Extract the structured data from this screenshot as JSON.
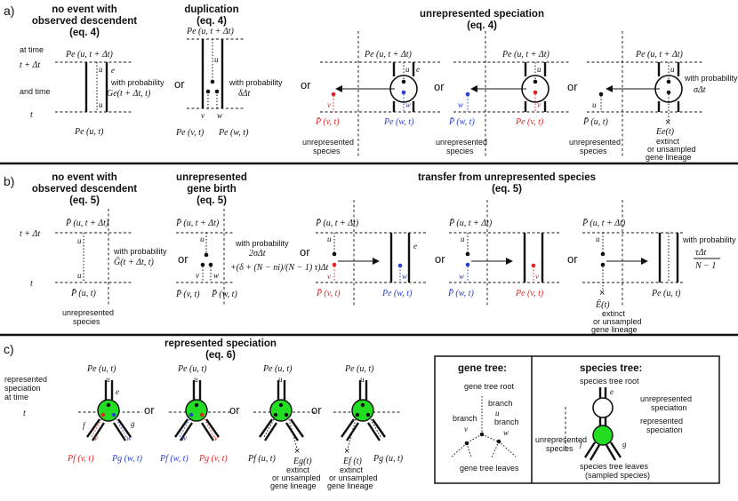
{
  "panel_a": {
    "letter": "a)",
    "col1": {
      "title1": "no event with",
      "title2": "observed descendent",
      "title3": "(eq. 4)",
      "at_time": "at time",
      "and_time": "and time",
      "t_plus": "t + Δt",
      "t": "t",
      "top_label": "Pe (u, t + Δt)",
      "prob1": "with probability",
      "prob2": "Ge(t + Δt, t)",
      "e": "e",
      "u1": "u",
      "u2": "u",
      "bottom_label": "Pe (u, t)"
    },
    "col2": {
      "title1": "duplication",
      "title2": "(eq. 4)",
      "or": "or",
      "top_label": "Pe (u, t + Δt)",
      "u": "u",
      "v": "v",
      "w": "w",
      "prob1": "with probability",
      "prob2": "δΔt",
      "bottom_v": "Pe (v, t)",
      "bottom_w": "Pe (w, t)"
    },
    "col3": {
      "title1": "unrepresented speciation",
      "title2": "(eq. 4)",
      "or1": "or",
      "or2": "or",
      "or3": "or",
      "top1": "Pe (u, t + Δt)",
      "top2": "Pe (u, t + Δt)",
      "top3": "Pe (u, t + Δt)",
      "u1": "u",
      "u2": "u",
      "u3": "u",
      "e1": "e",
      "v1": "v",
      "w1": "w",
      "w2": "w",
      "v2": "v",
      "u4": "u",
      "prob1": "with probability",
      "prob2": "σΔt",
      "lbl_v": "P̄ (v, t)",
      "lbl_w": "Pe (w, t)",
      "unrep1a": "unrepresented",
      "unrep1b": "species",
      "lbl_w2": "P̄ (w, t)",
      "lbl_v2": "Pe (v, t)",
      "unrep2a": "unrepresented",
      "unrep2b": "species",
      "lbl_u": "P̄ (u, t)",
      "lbl_E": "Ee(t)",
      "unrep3a": "unrepresented",
      "unrep3b": "species",
      "ext1": "extinct",
      "ext2": "or unsampled",
      "ext3": "gene lineage"
    }
  },
  "panel_b": {
    "letter": "b)",
    "col1": {
      "title1": "no event with",
      "title2": "observed descendent",
      "title3": "(eq. 5)",
      "t_plus": "t + Δt",
      "t": "t",
      "top_label": "P̄ (u, t + Δt)",
      "u1": "u",
      "u2": "u",
      "prob1": "with probability",
      "prob2": "Ḡ(t + Δt, t)",
      "bottom_label": "P̄ (u, t)",
      "unrep1": "unrepresented",
      "unrep2": "species"
    },
    "col2": {
      "title1": "unrepresented",
      "title2": "gene birth",
      "title3": "(eq. 5)",
      "or": "or",
      "top_label": "P̄ (u, t + Δt)",
      "u": "u",
      "v": "v",
      "w": "w",
      "prob1": "with probability",
      "prob2": "2σΔt",
      "prob3": "+(δ + (N − ni)/(N − 1) τ)Δt",
      "bottom_v": "P̄ (v, t)",
      "bottom_w": "P̄ (w, t)"
    },
    "col3": {
      "title1": "transfer from unrepresented species",
      "title2": "(eq. 5)",
      "or1": "or",
      "or2": "or",
      "or3": "or",
      "top1": "P̄ (u, t + Δt)",
      "top2": "P̄ (u, t + Δt)",
      "top3": "P̄ (u, t + Δt)",
      "u1": "u",
      "u2": "u",
      "u3": "u",
      "v1": "v",
      "w1": "w",
      "e1": "e",
      "w2": "w",
      "v2": "v",
      "lbl_v": "P̄ (v, t)",
      "lbl_w": "Pe (w, t)",
      "lbl_w2": "P̄ (w, t)",
      "lbl_v2": "Pe (v, t)",
      "lbl_E": "Ē(t)",
      "lbl_u": "Pe (u, t)",
      "ext1": "extinct",
      "ext2": "or unsampled",
      "ext3": "gene lineage",
      "prob1": "with probability",
      "prob2": "τΔt",
      "prob3": "N − 1"
    }
  },
  "panel_c": {
    "letter": "c)",
    "title1": "represented speciation",
    "title2": "(eq. 6)",
    "rep1": "represented",
    "rep2": "speciation",
    "rep3": "at time",
    "t": "t",
    "or1": "or",
    "or2": "or",
    "or3": "or",
    "top1": "Pe (u, t)",
    "top2": "Pe (u, t)",
    "top3": "Pe (u, t)",
    "top4": "Pe (u, t)",
    "u1": "u",
    "u2": "u",
    "u3": "u",
    "u4": "u",
    "e1": "e",
    "f1": "f",
    "g1": "g",
    "v1": "v",
    "w1": "w",
    "w2": "w",
    "v2": "v",
    "lbl1a": "Pf (v, t)",
    "lbl1b": "Pg (w, t)",
    "lbl2a": "Pf (w, t)",
    "lbl2b": "Pg (v, t)",
    "lbl3a": "Pf (u, t)",
    "lbl3b": "Eg(t)",
    "lbl4a": "Ef (t)",
    "lbl4b": "Pg (u, t)",
    "ext1": "extinct",
    "ext2": "or unsampled",
    "ext3": "gene lineage"
  },
  "legend": {
    "gene_title": "gene tree:",
    "gene_root": "gene tree root",
    "branch1": "branch",
    "u": "u",
    "branch2": "branch",
    "branch3": "branch",
    "v": "v",
    "w": "w",
    "gene_leaves": "gene tree leaves",
    "species_title": "species tree:",
    "species_root": "species tree root",
    "e": "e",
    "unrep_spec1": "unrepresented",
    "unrep_spec2": "speciation",
    "rep_spec1": "represented",
    "rep_spec2": "speciation",
    "unrep_species1": "unrepresented",
    "unrep_species2": "species",
    "f": "f",
    "g": "g",
    "leaves1": "species tree leaves",
    "leaves2": "(sampled species)"
  },
  "colors": {
    "red": "#e32424",
    "blue": "#2a3fd3",
    "green": "#22dd22"
  }
}
